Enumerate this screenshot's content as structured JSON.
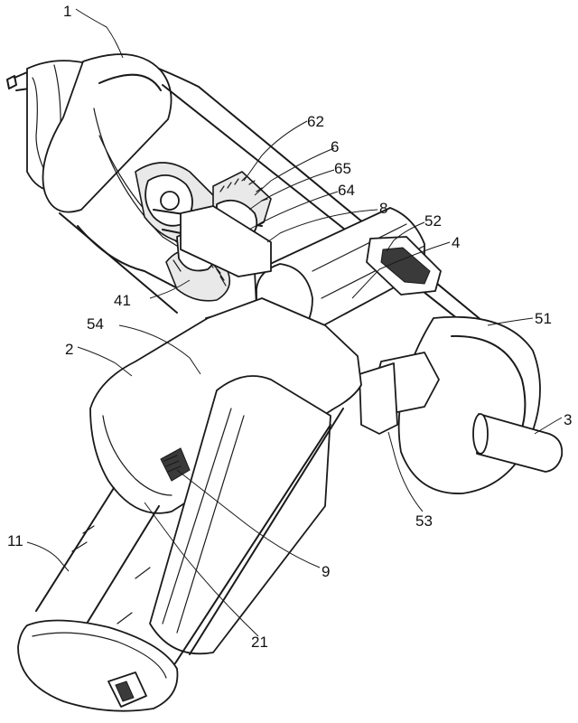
{
  "labels": {
    "l1": "1",
    "l62": "62",
    "l6": "6",
    "l65": "65",
    "l64": "64",
    "l8": "8",
    "l52": "52",
    "l4": "4",
    "l41": "41",
    "l54": "54",
    "l51": "51",
    "l2": "2",
    "l3": "3",
    "l53": "53",
    "l11": "11",
    "l9": "9",
    "l21": "21"
  }
}
